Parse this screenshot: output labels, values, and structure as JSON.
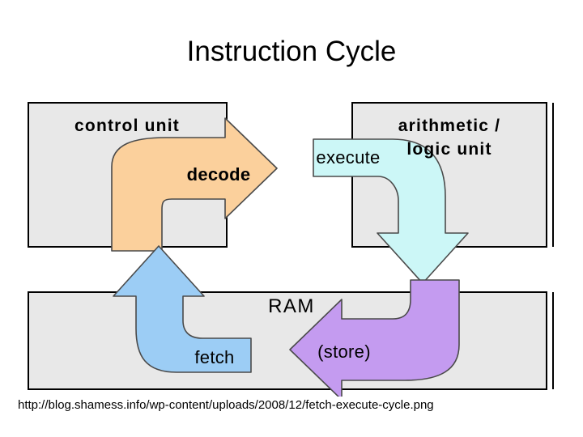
{
  "slide": {
    "title": "Instruction Cycle",
    "background_color": "#ffffff"
  },
  "diagram": {
    "type": "fetch-execute-cycle",
    "box_fill": "#e8e8e8",
    "box_stroke": "#000000",
    "boxes": [
      {
        "id": "control-unit",
        "label": "control unit"
      },
      {
        "id": "arithmetic-logic-unit",
        "label_line1": "arithmetic /",
        "label_line2": "logic unit"
      },
      {
        "id": "ram",
        "label": "RAM"
      }
    ],
    "arrows": [
      {
        "id": "decode",
        "label": "decode",
        "color": "#fbd09c",
        "stroke": "#4a4a4a",
        "direction": "up-then-right",
        "from": "control-unit",
        "to": "arithmetic-logic-unit"
      },
      {
        "id": "execute",
        "label": "execute",
        "color": "#ccf7f7",
        "stroke": "#4a4a4a",
        "direction": "right-then-down",
        "from": "arithmetic-logic-unit",
        "to": "ram"
      },
      {
        "id": "store",
        "label": "(store)",
        "color": "#c49bf0",
        "stroke": "#4a4a4a",
        "direction": "down-then-left",
        "from": "arithmetic-logic-unit",
        "to": "ram"
      },
      {
        "id": "fetch",
        "label": "fetch",
        "color": "#9ccdf5",
        "stroke": "#4a4a4a",
        "direction": "left-then-up",
        "from": "ram",
        "to": "control-unit"
      }
    ]
  },
  "caption": {
    "text": "http://blog.shamess.info/wp-content/uploads/2008/12/fetch-execute-cycle.png"
  }
}
